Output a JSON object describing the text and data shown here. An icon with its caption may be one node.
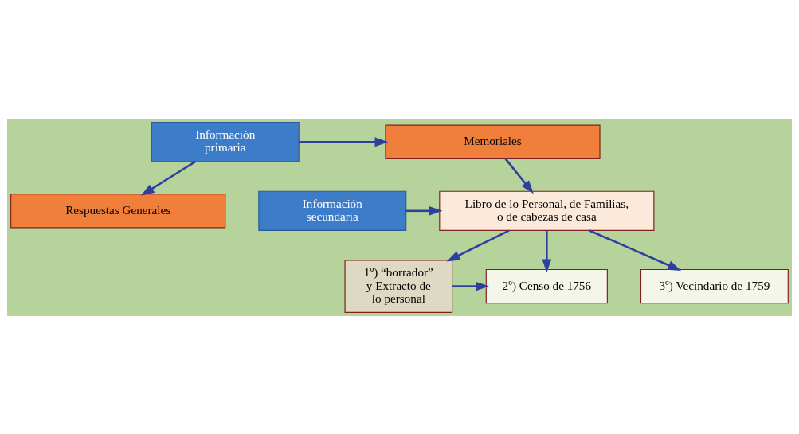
{
  "diagram": {
    "nodes": [
      {
        "text": [
          "Información primaria"
        ]
      },
      {
        "text": [
          "Respuestas Generales"
        ]
      },
      {
        "text": [
          "Memoriales"
        ]
      },
      {
        "text": [
          "Información secundaria"
        ]
      },
      {
        "text": [
          "Libro de lo Personal, de Familias, o de cabezas de casa"
        ]
      },
      {
        "text": [
          "1º) “borrador” y Extracto de lo personal"
        ]
      },
      {
        "text": [
          "2º) Censo de 1756"
        ]
      },
      {
        "text": [
          "3º) Vecindario de 1759"
        ]
      }
    ],
    "edges": [
      {
        "from": 0,
        "to": 1,
        "arrow": "to"
      },
      {
        "from": 0,
        "to": 2,
        "arrow": "to"
      },
      {
        "from": 2,
        "to": 4,
        "arrow": "to"
      },
      {
        "from": 3,
        "to": 4,
        "arrow": "to"
      },
      {
        "from": 4,
        "to": 5,
        "arrow": "to"
      },
      {
        "from": 4,
        "to": 6,
        "arrow": "to"
      },
      {
        "from": 4,
        "to": 7,
        "arrow": "to"
      },
      {
        "from": 5,
        "to": 6,
        "arrow": "to"
      }
    ]
  }
}
